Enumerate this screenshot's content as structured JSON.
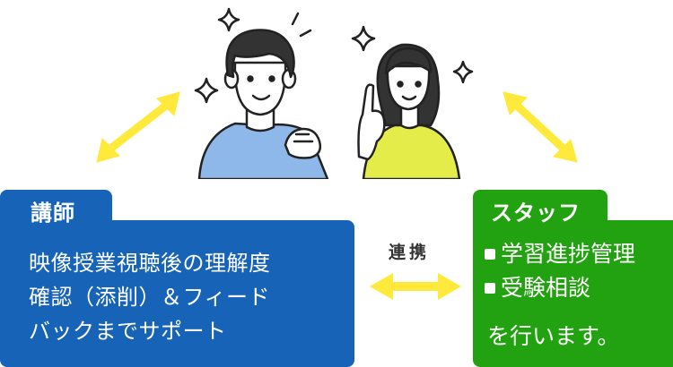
{
  "instructor": {
    "label": "講師",
    "lines": [
      "映像授業視聴後の理解度",
      "確認（添削）＆フィード",
      "バックまでサポート"
    ]
  },
  "staff": {
    "label": "スタッフ",
    "items": [
      "学習進捗管理",
      "受験相談"
    ],
    "closing": "を行います。"
  },
  "link_label": "連携",
  "colors": {
    "instructor": "#1663b8",
    "staff": "#23a211",
    "arrow": "#ffe93a"
  },
  "icons": [
    "sparkle-icon",
    "man-figure",
    "woman-figure",
    "double-arrow-icon"
  ]
}
